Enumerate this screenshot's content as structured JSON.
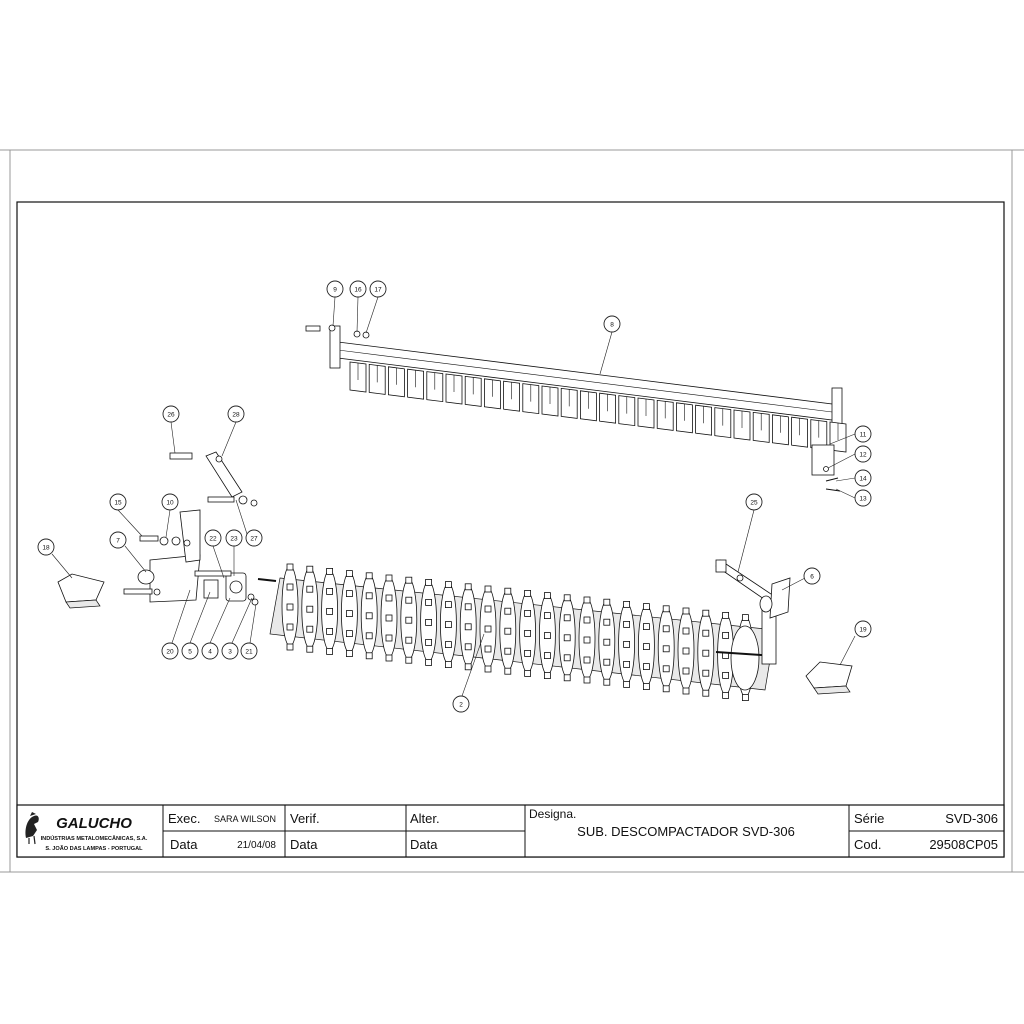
{
  "drawing": {
    "callouts": [
      "9",
      "16",
      "17",
      "8",
      "11",
      "12",
      "14",
      "13",
      "26",
      "28",
      "15",
      "10",
      "27",
      "7",
      "22",
      "23",
      "18",
      "25",
      "6",
      "19",
      "20",
      "5",
      "4",
      "3",
      "21",
      "2"
    ]
  },
  "title_block": {
    "company": {
      "name": "GALUCHO",
      "line1": "INDÚSTRIAS METALOMECÂNICAS, S.A.",
      "line2": "S. JOÃO DAS LAMPAS - PORTUGAL"
    },
    "exec_label": "Exec.",
    "exec_value": "SARA WILSON",
    "data_label": "Data",
    "data_value": "21/04/08",
    "verif_label": "Verif.",
    "verif_data_label": "Data",
    "alter_label": "Alter.",
    "alter_data_label": "Data",
    "designa_label": "Designa.",
    "designa_value": "SUB. DESCOMPACTADOR SVD-306",
    "serie_label": "Série",
    "serie_value": "SVD-306",
    "cod_label": "Cod.",
    "cod_value": "29508CP05"
  }
}
